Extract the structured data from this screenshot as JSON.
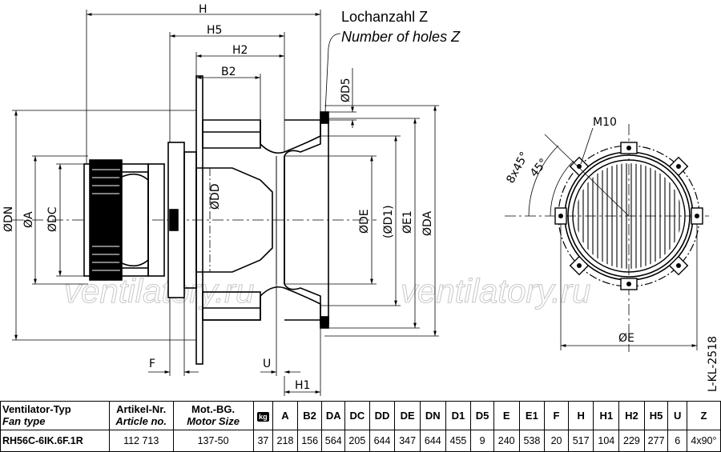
{
  "header": {
    "holes_de": "Lochanzahl Z",
    "holes_en": "Number of holes Z"
  },
  "dimension_labels": {
    "H": "H",
    "H5": "H5",
    "H2": "H2",
    "B2": "B2",
    "H1": "H1",
    "F": "F",
    "U": "U",
    "DN": "ØDN",
    "A": "ØA",
    "DC": "ØDC",
    "DD": "ØDD",
    "DE": "ØDE",
    "D1": "(ØD1)",
    "E1": "ØE1",
    "DA": "ØDA",
    "D5": "ØD5",
    "E": "ØE",
    "M10": "M10",
    "angle_8x45": "8x45°",
    "angle_45": "45°"
  },
  "drawing_id": "L-KL-2518",
  "watermark": "ventilatory.ru",
  "table": {
    "headers": {
      "type_de": "Ventilator-Typ",
      "type_en": "Fan type",
      "article_de": "Artikel-Nr.",
      "article_en": "Article no.",
      "motor_de": "Mot.-BG.",
      "motor_en": "Motor Size",
      "kg": "kg",
      "cols": [
        "A",
        "B2",
        "DA",
        "DC",
        "DD",
        "DE",
        "DN",
        "D1",
        "D5",
        "E",
        "E1",
        "F",
        "H",
        "H1",
        "H2",
        "H5",
        "U",
        "Z"
      ]
    },
    "row": {
      "type": "RH56C-6IK.6F.1R",
      "article": "112 713",
      "motor": "137-50",
      "kg": "37",
      "values": [
        "218",
        "156",
        "564",
        "205",
        "644",
        "347",
        "644",
        "455",
        "9",
        "240",
        "538",
        "20",
        "517",
        "104",
        "229",
        "277",
        "6",
        "4x90°"
      ]
    }
  }
}
